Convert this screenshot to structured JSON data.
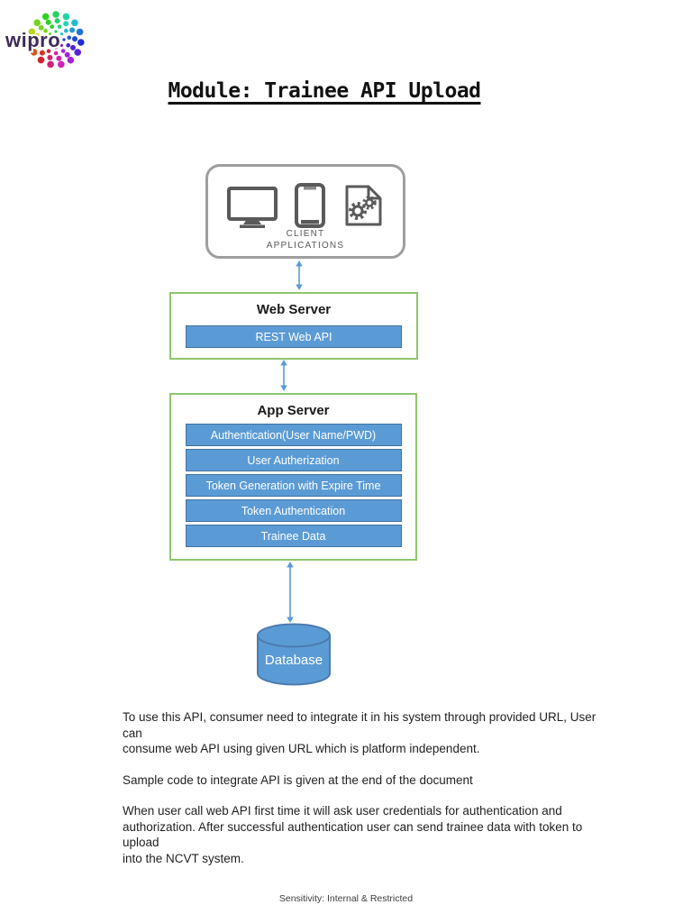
{
  "logo": {
    "brand": "wipro"
  },
  "page": {
    "title": "Module: Trainee API Upload",
    "footer": "Sensitivity: Internal & Restricted"
  },
  "diagram": {
    "client_box": {
      "label_line1": "CLIENT",
      "label_line2": "APPLICATIONS",
      "icons": [
        "monitor-icon",
        "tablet-icon",
        "gear-document-icon"
      ]
    },
    "web_server": {
      "title": "Web Server",
      "components": [
        "REST Web API"
      ]
    },
    "app_server": {
      "title": "App Server",
      "components": [
        "Authentication(User Name/PWD)",
        "User Autherization",
        "Token Generation with Expire Time",
        "Token Authentication",
        "Trainee Data"
      ]
    },
    "database": {
      "label": "Database"
    },
    "connections": [
      {
        "from": "Client Applications",
        "to": "Web Server",
        "type": "bidirectional-arrow"
      },
      {
        "from": "Web Server",
        "to": "App Server",
        "type": "bidirectional-arrow"
      },
      {
        "from": "App Server",
        "to": "Database",
        "type": "bidirectional-arrow"
      }
    ],
    "colors": {
      "component_bar_fill": "#5B9BD5",
      "component_bar_border": "#41719C",
      "server_box_border": "#8FC56C",
      "client_box_border": "#9E9E9E",
      "arrow": "#5B9BD5",
      "database_fill": "#5B9BD5",
      "database_border": "#4B7BB0"
    }
  },
  "body_text": {
    "paragraphs": [
      {
        "lines": [
          "To use this API, consumer need to integrate it in his system through provided URL, User can",
          "consume web API using given URL which is platform independent."
        ]
      },
      {
        "lines": [
          "Sample code to integrate API is given at the end of the document"
        ]
      },
      {
        "lines": [
          "When user call web API first time it will ask user credentials for authentication and",
          "authorization. After successful authentication user can send trainee data with token to upload",
          "into the NCVT system."
        ]
      }
    ]
  }
}
